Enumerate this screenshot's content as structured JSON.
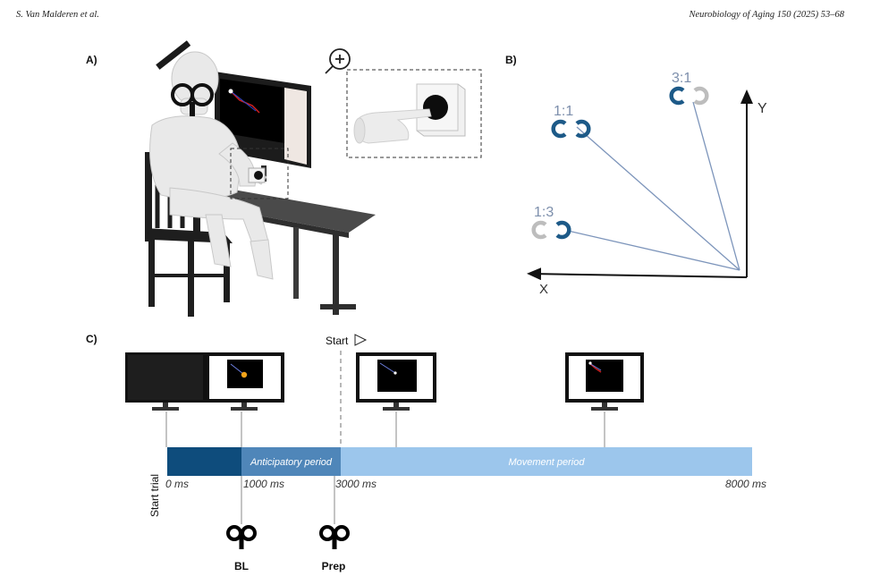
{
  "header": {
    "author": "S. Van Malderen et al.",
    "journal": "Neurobiology of Aging 150 (2025) 53–68"
  },
  "panels": {
    "a": "A)",
    "b": "B)",
    "c": "C)"
  },
  "panel_b": {
    "axis_y": "Y",
    "axis_x": "X",
    "ratios": [
      {
        "label": "1:1",
        "left": "dark",
        "right": "dark"
      },
      {
        "label": "3:1",
        "left": "dark",
        "right": "light"
      },
      {
        "label": "1:3",
        "left": "light",
        "right": "dark"
      }
    ]
  },
  "panel_c": {
    "start_label": "Start",
    "start_trial": "Start trial",
    "segments": [
      {
        "label": "",
        "from_ms": 0,
        "to_ms": 1000,
        "color": "#0e4c7c"
      },
      {
        "label": "Anticipatory period",
        "from_ms": 1000,
        "to_ms": 3000,
        "color": "#4f86b9"
      },
      {
        "label": "Movement period",
        "from_ms": 3000,
        "to_ms": 8000,
        "color": "#9cc6ec"
      }
    ],
    "ticks": [
      "0 ms",
      "1000 ms",
      "3000 ms",
      "8000 ms"
    ],
    "markers": [
      "BL",
      "Prep"
    ]
  },
  "colors": {
    "dark_blue": "#1d5a88",
    "light_gray": "#bdbdbd",
    "line_blue": "#7d95bb"
  }
}
